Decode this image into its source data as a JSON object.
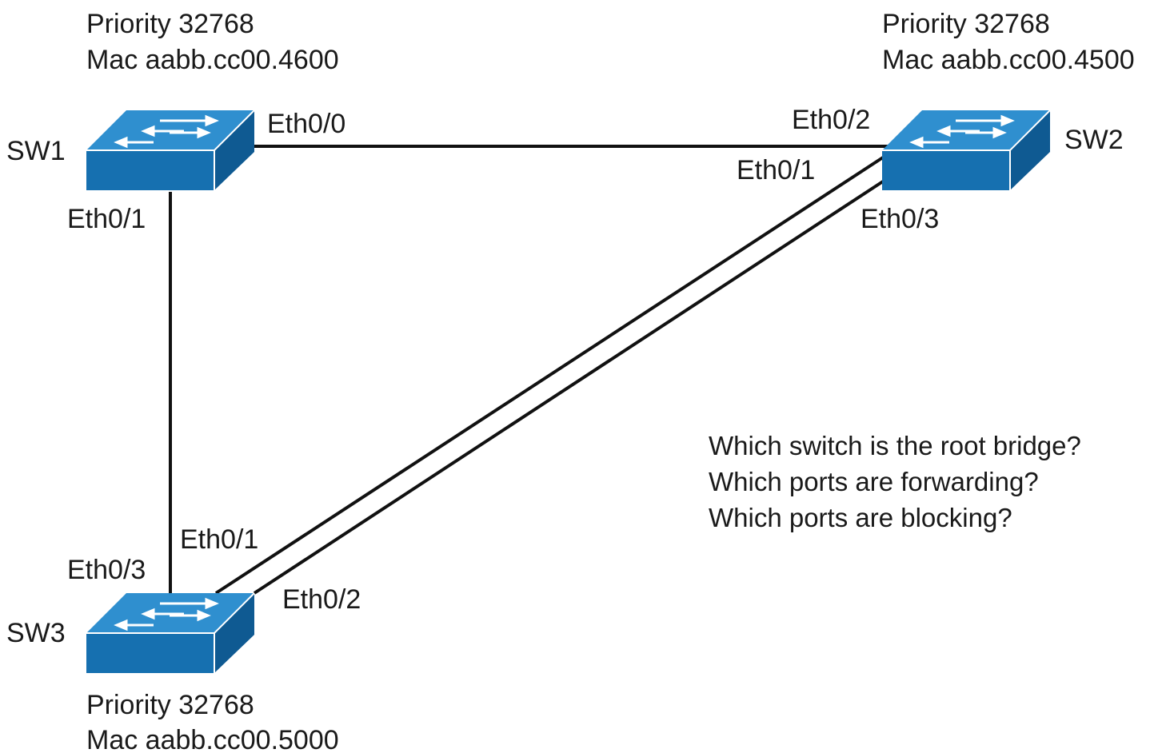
{
  "colors": {
    "switch_top": "#2f8fcf",
    "switch_front": "#1670b0",
    "switch_side": "#0f5a92",
    "switch_edge": "#ffffff",
    "link": "#111111",
    "text": "#1a1a1a"
  },
  "icon": "network-switch-icon",
  "switches": {
    "sw1": {
      "name": "SW1",
      "priority": "Priority 32768",
      "mac": "Mac aabb.cc00.4600",
      "ports": {
        "p00": "Eth0/0",
        "p01": "Eth0/1"
      }
    },
    "sw2": {
      "name": "SW2",
      "priority": "Priority 32768",
      "mac": "Mac aabb.cc00.4500",
      "ports": {
        "p02": "Eth0/2",
        "p01": "Eth0/1",
        "p03": "Eth0/3"
      }
    },
    "sw3": {
      "name": "SW3",
      "priority": "Priority 32768",
      "mac": "Mac aabb.cc00.5000",
      "ports": {
        "p01": "Eth0/1",
        "p03": "Eth0/3",
        "p02": "Eth0/2"
      }
    }
  },
  "questions": [
    "Which switch is the root bridge?",
    "Which ports are forwarding?",
    "Which ports are blocking?"
  ]
}
